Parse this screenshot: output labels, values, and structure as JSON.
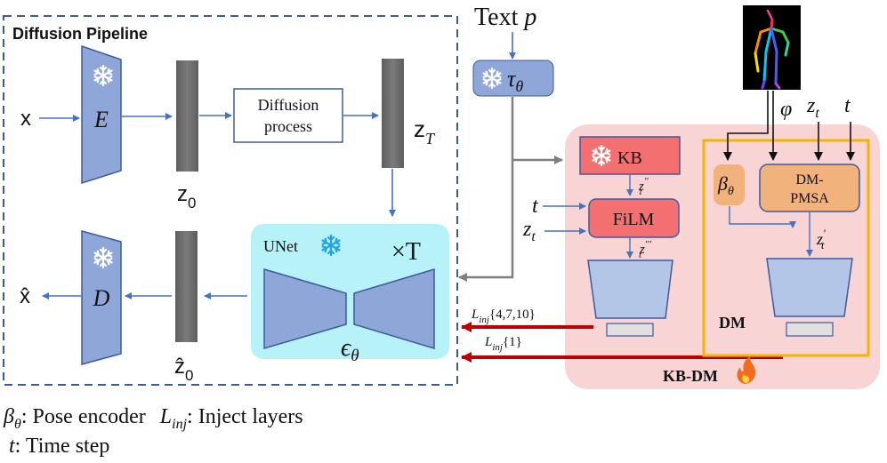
{
  "pipeline": {
    "title": "Diffusion Pipeline",
    "input_label": "x",
    "output_label": "x̂",
    "encoder_label": "E",
    "decoder_label": "D",
    "latent_z0": "z",
    "latent_z0_sub": "0",
    "latent_zT": "z",
    "latent_zT_sub": "T",
    "latent_z0hat": "ẑ",
    "latent_z0hat_sub": "0",
    "diffusion_line1": "Diffusion",
    "diffusion_line2": "process",
    "unet_label": "UNet",
    "times_T": "×T",
    "eps_symbol": "ϵ",
    "eps_sub": "θ"
  },
  "text_encoder": {
    "text_label": "Text ",
    "text_var": "p",
    "tau_symbol": "τ",
    "tau_sub": "θ"
  },
  "kb": {
    "kb_label": "KB",
    "film_label": "FiLM",
    "t_label": "t",
    "zt_label": "z",
    "zt_sub": "t",
    "zt2": "z",
    "zt2_sup": "′′",
    "zt2_sub": "t",
    "zt3": "z",
    "zt3_sup": "′′′",
    "zt3_sub": "t",
    "inj_a_L": "L",
    "inj_a_sub": "inj",
    "inj_a_set": "{4,7,10}",
    "inj_b_L": "L",
    "inj_b_sub": "inj",
    "inj_b_set": "{1}",
    "group_label": "KB-DM",
    "fire_icon": "🔥"
  },
  "dm": {
    "label": "DM",
    "beta": "β",
    "beta_sub": "θ",
    "pmsa_line1": "DM-",
    "pmsa_line2": "PMSA",
    "phi": "φ",
    "zt": "z",
    "zt_sub": "t",
    "t": "t",
    "ztp": "z",
    "ztp_sup": "′",
    "ztp_sub": "t"
  },
  "legend": {
    "beta": "β",
    "beta_sub": "θ",
    "beta_text": ": Pose encoder  ",
    "linj": "L",
    "linj_sub": "inj",
    "linj_text": ": Inject layers",
    "t": "t",
    "t_text": ": Time step"
  },
  "colors": {
    "blue_block": "#8fa6d9",
    "blue_border": "#3e5a9e",
    "arrow_blue": "#4472c4",
    "unet_bg": "#b6f2f7",
    "kbdm_bg": "#f8d4d4",
    "kb_box": "#f47070",
    "dm_border": "#f5b400",
    "dm_module": "#f2b27c",
    "latent_gray": "#6e6e6e",
    "inj_arrow": "#c00000"
  },
  "icons": {
    "frozen": "snowflake-icon",
    "trainable": "fire-icon",
    "pose": "pose-skeleton-image"
  }
}
